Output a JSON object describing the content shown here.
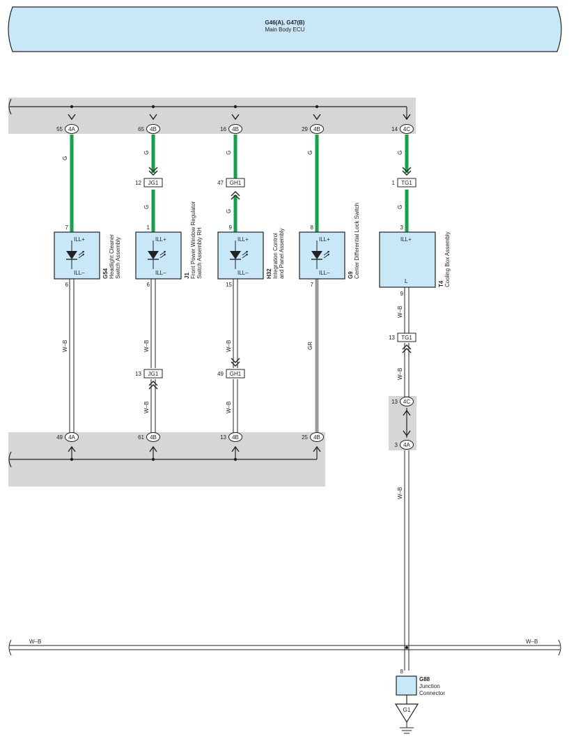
{
  "ecu": {
    "code": "G46(A), G47(B)",
    "name": "Main Body ECU"
  },
  "colors": {
    "ecu_fill": "#c8e8f8",
    "component_fill": "#c8e8f8",
    "shade": "#d6d6d6",
    "wire_green": "#13a24b",
    "wire_gray": "#9a9a9a",
    "line": "#222222"
  },
  "top_connectors": [
    {
      "pin": "55",
      "connector": "4A"
    },
    {
      "pin": "65",
      "connector": "4B"
    },
    {
      "pin": "16",
      "connector": "4B"
    },
    {
      "pin": "29",
      "connector": "4B"
    },
    {
      "pin": "14",
      "connector": "4C"
    }
  ],
  "bottom_connectors": [
    {
      "pin": "49",
      "connector": "4A"
    },
    {
      "pin": "61",
      "connector": "4B"
    },
    {
      "pin": "13",
      "connector": "4B"
    },
    {
      "pin": "25",
      "connector": "4B"
    }
  ],
  "upper_wire_colors": [
    "G",
    "G",
    "G",
    "G",
    "G"
  ],
  "inline_upper": [
    {
      "pin": "12",
      "label": "JG1"
    },
    {
      "pin": "47",
      "label": "GH1"
    },
    {
      "pin": "1",
      "label": "TG1"
    }
  ],
  "components": [
    {
      "code": "G54",
      "name_line1": "Headlight Cleaner",
      "name_line2": "Switch Assembly",
      "pin_in": "7",
      "pin_out": "6",
      "terminal_top": "ILL+",
      "terminal_bottom": "ILL–"
    },
    {
      "code": "J1",
      "name_line1": "Front Power Window Regulator",
      "name_line2": "Switch Assembly RH",
      "pin_in": "1",
      "pin_out": "6",
      "terminal_top": "ILL+",
      "terminal_bottom": "ILL–"
    },
    {
      "code": "H32",
      "name_line1": "Integration Control",
      "name_line2": "and Panel Assembly",
      "pin_in": "9",
      "pin_out": "15",
      "terminal_top": "ILL+",
      "terminal_bottom": "ILL–"
    },
    {
      "code": "G9",
      "name_line1": "Center Differential Lock Switch",
      "name_line2": "",
      "pin_in": "8",
      "pin_out": "7",
      "terminal_top": "ILL+",
      "terminal_bottom": "ILL–"
    },
    {
      "code": "T4",
      "name_line1": "Cooling Box Assembly",
      "name_line2": "",
      "pin_in": "3",
      "pin_out": "9",
      "terminal_top": "ILL+",
      "terminal_bottom": "L"
    }
  ],
  "lower_wire_colors": [
    "W–B",
    "W–B",
    "W–B",
    "GR",
    "W–B"
  ],
  "inline_lower": [
    {
      "pin": "13",
      "label": "JG1"
    },
    {
      "pin": "49",
      "label": "GH1"
    },
    {
      "pin": "13",
      "label": "TG1"
    }
  ],
  "mid_wire_colors": [
    "W–B",
    "W–B",
    "W–B"
  ],
  "cooling_box_connectors": [
    {
      "pin": "13",
      "connector": "4C"
    },
    {
      "pin": "3",
      "connector": "4A"
    }
  ],
  "ground_wire_color": "W–B",
  "ground_bus": {
    "left_label": "W–B",
    "right_label": "W–B"
  },
  "junction": {
    "code": "G88",
    "line1": "Junction",
    "line2": "Connector",
    "pin": "8"
  },
  "ground_point": "G1"
}
